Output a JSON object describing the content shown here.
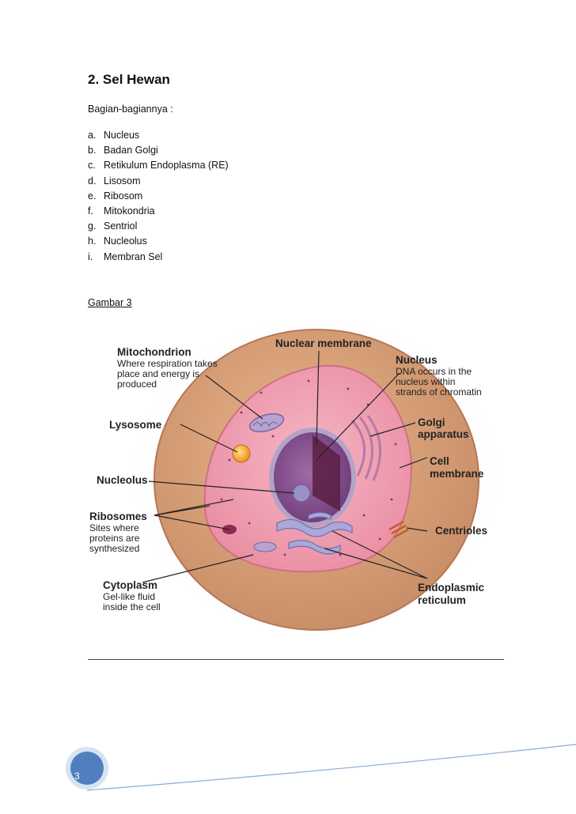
{
  "document": {
    "heading": "2. Sel Hewan",
    "subheading": "Bagian-bagiannya :",
    "parts": [
      {
        "letter": "a.",
        "text": "Nucleus"
      },
      {
        "letter": "b.",
        "text": "Badan Golgi"
      },
      {
        "letter": "c.",
        "text": "Retikulum Endoplasma (RE)"
      },
      {
        "letter": "d.",
        "text": "Lisosom"
      },
      {
        "letter": "e.",
        "text": "Ribosom"
      },
      {
        "letter": "f.",
        "text": "Mitokondria"
      },
      {
        "letter": "g.",
        "text": "Sentriol"
      },
      {
        "letter": "h.",
        "text": "Nucleolus"
      },
      {
        "letter": "i.",
        "text": "Membran Sel"
      }
    ],
    "figure_caption": "Gambar 3",
    "page_number": "3"
  },
  "figure": {
    "labels": {
      "mitochondrion": "Mitochondrion",
      "mitochondrion_desc": [
        "Where respiration takes",
        "place and energy is",
        "produced"
      ],
      "nuclear_membrane": "Nuclear membrane",
      "nucleus": "Nucleus",
      "nucleus_desc": [
        "DNA occurs in the",
        "nucleus within",
        "strands of chromatin"
      ],
      "lysosome": "Lysosome",
      "golgi": [
        "Golgi",
        "apparatus"
      ],
      "cell_membrane": [
        "Cell",
        "membrane"
      ],
      "nucleolus": "Nucleolus",
      "ribosomes": "Ribosomes",
      "ribosomes_desc": [
        "Sites where",
        "proteins are",
        "synthesized"
      ],
      "centrioles": "Centrioles",
      "cytoplasm": "Cytoplasm",
      "cytoplasm_desc": [
        "Gel-like fluid",
        "inside the cell"
      ],
      "er": [
        "Endoplasmic",
        "reticulum"
      ]
    }
  }
}
